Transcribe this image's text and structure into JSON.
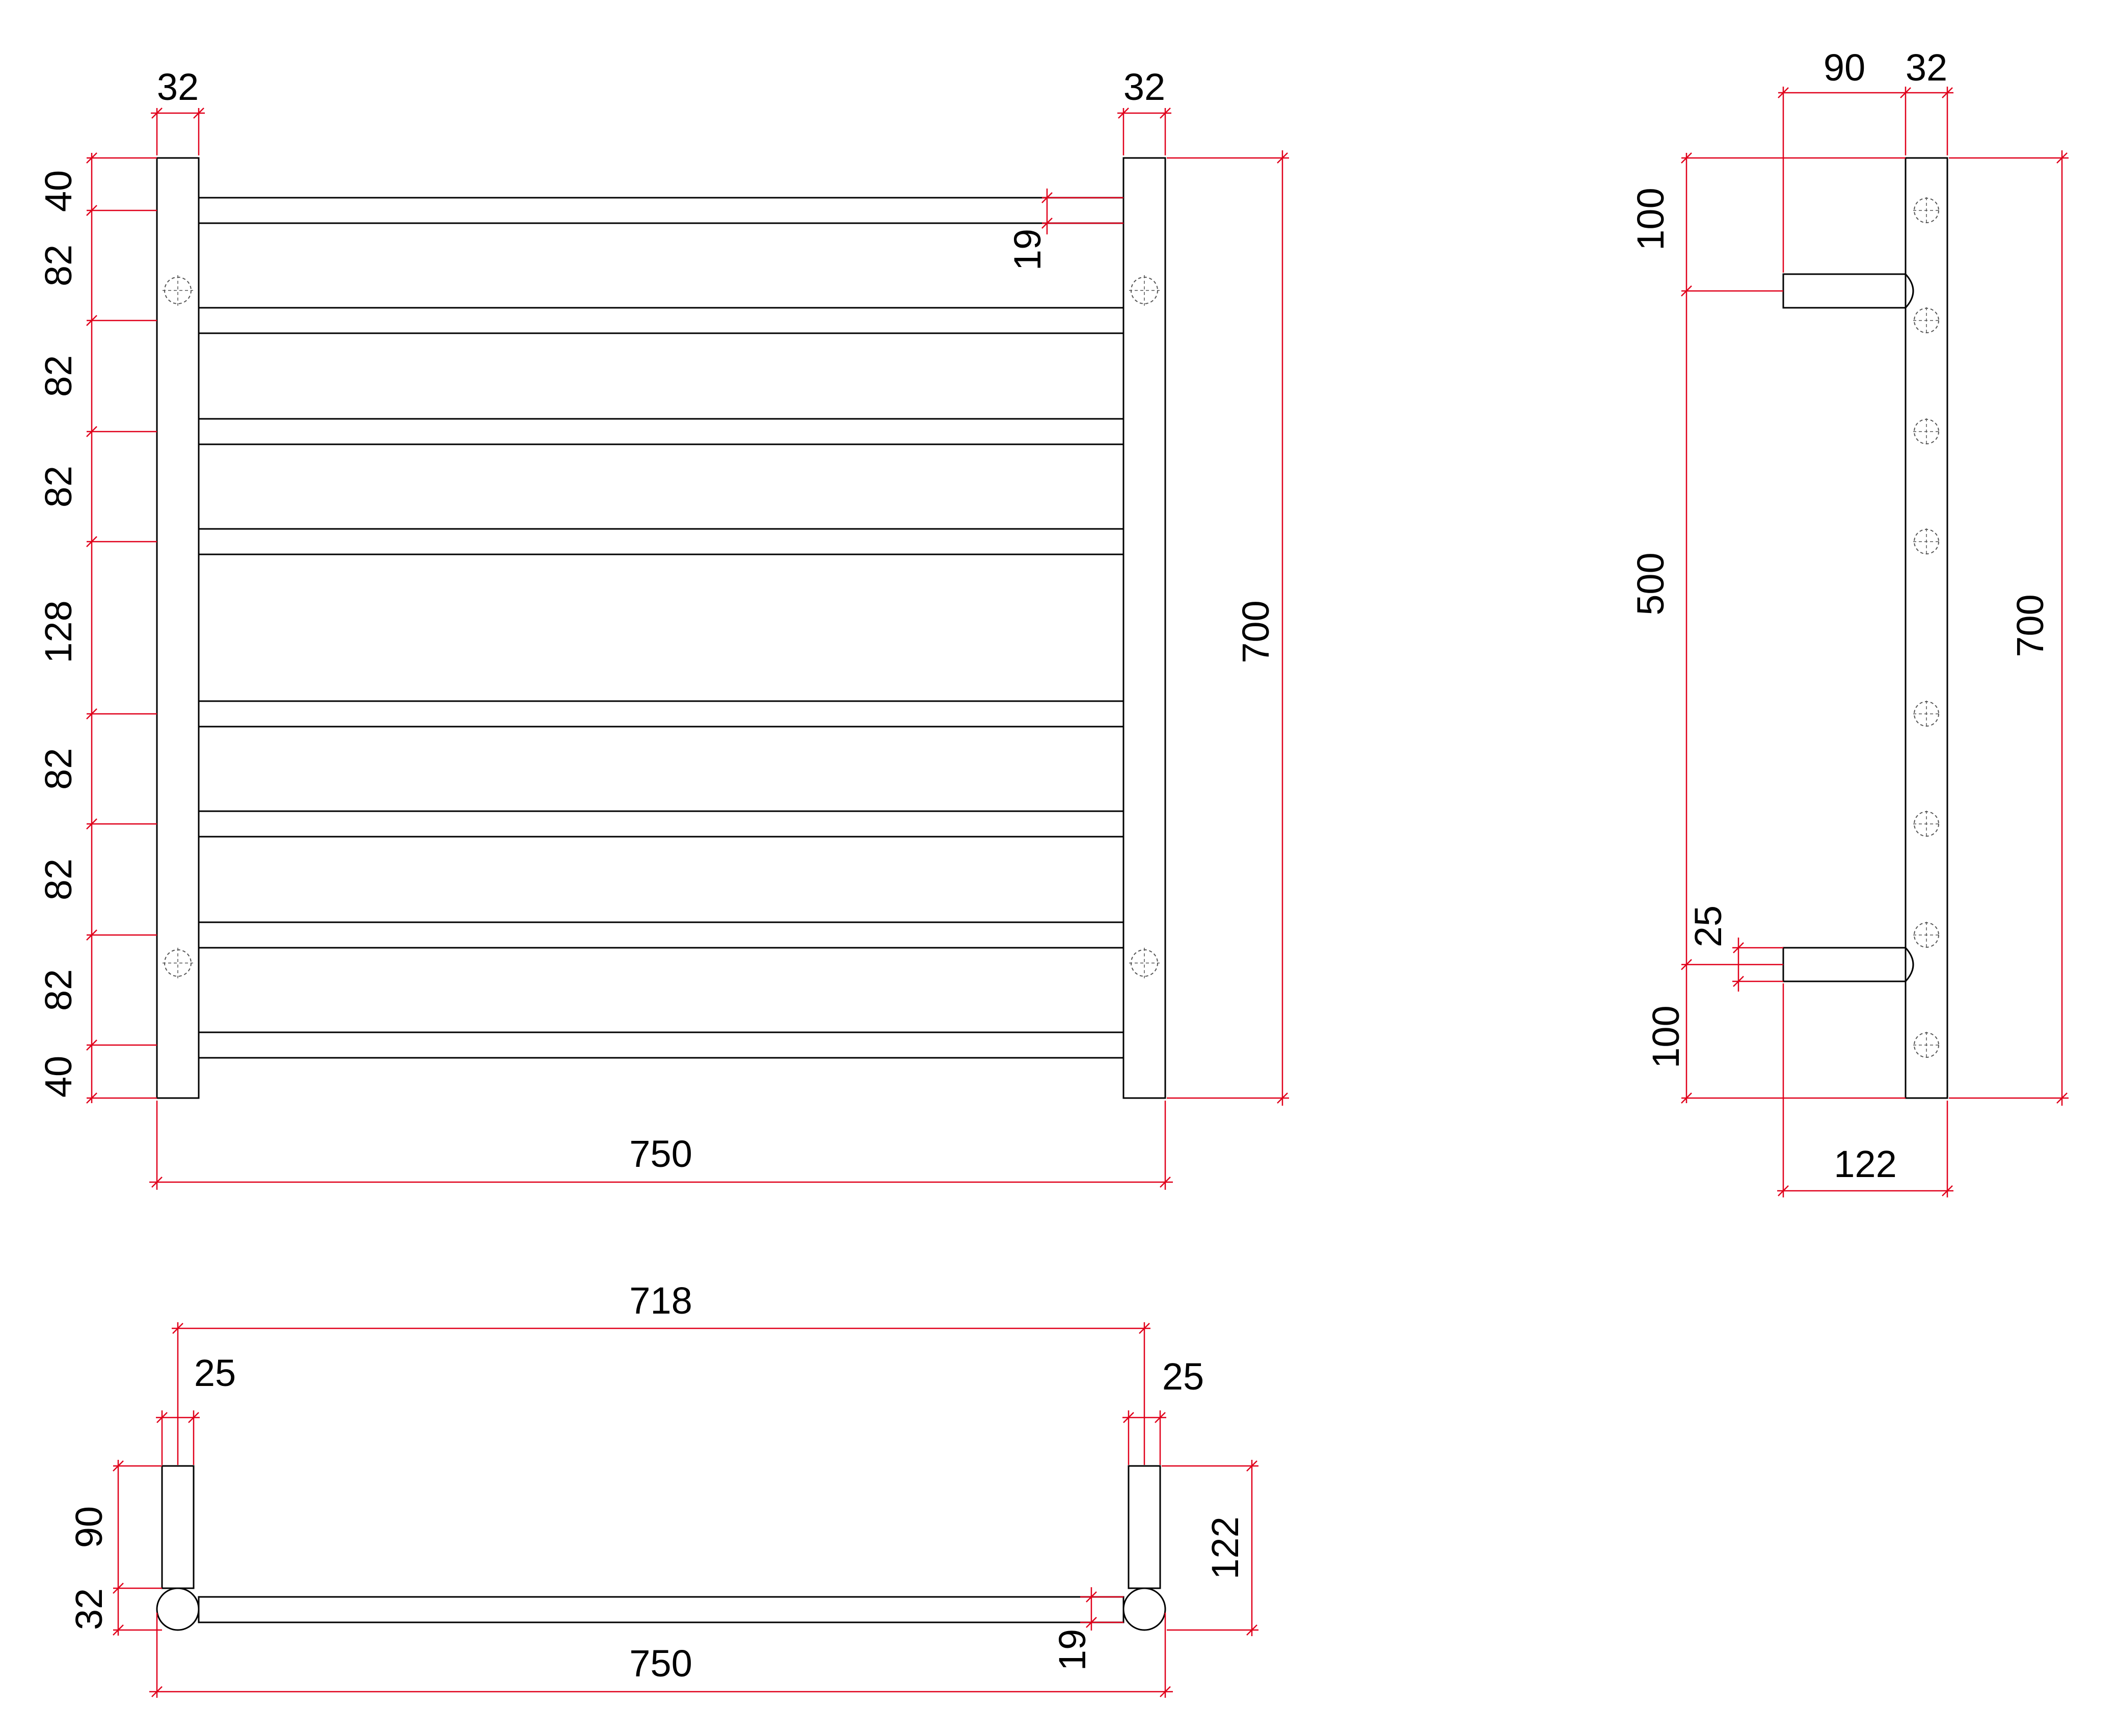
{
  "colors": {
    "object": "#000000",
    "dimension": "#e0001b",
    "hidden": "#555555",
    "background": "#ffffff"
  },
  "front": {
    "left_post_width": "32",
    "right_post_width": "32",
    "total_height": "700",
    "total_width": "750",
    "bar_thickness": "19",
    "spacings": [
      "40",
      "82",
      "82",
      "82",
      "128",
      "82",
      "82",
      "82",
      "40"
    ]
  },
  "side": {
    "standoff_depth": "90",
    "post_depth": "32",
    "top_offset": "100",
    "middle": "500",
    "bottom_offset": "100",
    "bracket_diameter": "25",
    "total_height": "700",
    "total_depth": "122"
  },
  "plan": {
    "inner_width": "718",
    "left_bracket": "25",
    "right_bracket": "25",
    "standoff": "90",
    "post": "32",
    "total_depth": "122",
    "bar_thickness": "19",
    "total_width": "750"
  }
}
